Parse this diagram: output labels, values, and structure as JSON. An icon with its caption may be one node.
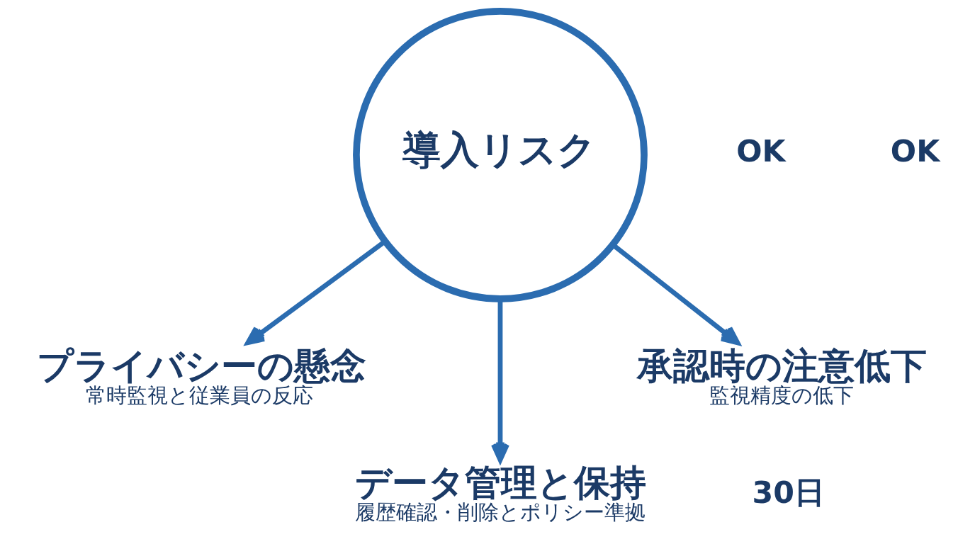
{
  "diagram": {
    "nodes": [
      {
        "text": [
          "導入リスク"
        ]
      },
      {
        "text": [
          "プライバシーの懸念",
          "常時監視と従業員の反応"
        ]
      },
      {
        "text": [
          "承認時の注意低下",
          "監視精度の低下"
        ]
      },
      {
        "text": [
          "データ管理と保持",
          "履歴確認・削除とポリシー準拠"
        ]
      }
    ],
    "edges": [
      {
        "from": 0,
        "to": 1,
        "arrow": "to"
      },
      {
        "from": 0,
        "to": 3,
        "arrow": "to"
      },
      {
        "from": 0,
        "to": 2,
        "arrow": "to"
      }
    ],
    "labels": [
      "OK",
      "OK",
      "30日"
    ]
  }
}
